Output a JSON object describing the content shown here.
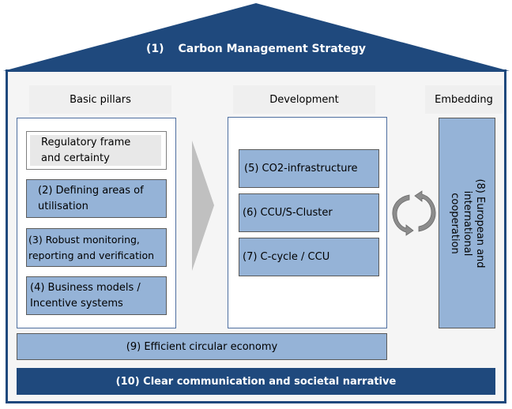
{
  "roof": {
    "number": "(1)",
    "title": "Carbon Management Strategy",
    "color": "#1f497d"
  },
  "columns": {
    "basic_pillars": {
      "header": "Basic pillars",
      "items": [
        {
          "label_line1": "Regulatory frame",
          "label_line2": "and certainty",
          "style": "grey"
        },
        {
          "label_line1": "(2) Defining areas of",
          "label_line2": "utilisation",
          "style": "blue"
        },
        {
          "label_line1": "(3) Robust monitoring,",
          "label_line2": "reporting and verification",
          "style": "blue"
        },
        {
          "label_line1": "(4) Business models /",
          "label_line2": "Incentive systems",
          "style": "blue"
        }
      ]
    },
    "development": {
      "header": "Development",
      "items": [
        {
          "label": "(5) CO2-infrastructure"
        },
        {
          "label": "(6) CCU/S-Cluster"
        },
        {
          "label": "(7) C-cycle / CCU"
        }
      ]
    },
    "embedding": {
      "header": "Embedding",
      "item": {
        "line1": "(8) European and",
        "line2": "international",
        "line3": "cooperation"
      }
    }
  },
  "foundation": {
    "circular_economy": "(9) Efficient circular economy",
    "communication": "(10) Clear communication and societal narrative"
  },
  "icons": {
    "arrow": "chevron-right-arrow",
    "cycle": "cycle-arrows"
  },
  "colors": {
    "dark_blue": "#1f497d",
    "light_blue": "#95b3d7",
    "background": "#f5f5f5",
    "arrow_grey": "#c0c0c0"
  }
}
